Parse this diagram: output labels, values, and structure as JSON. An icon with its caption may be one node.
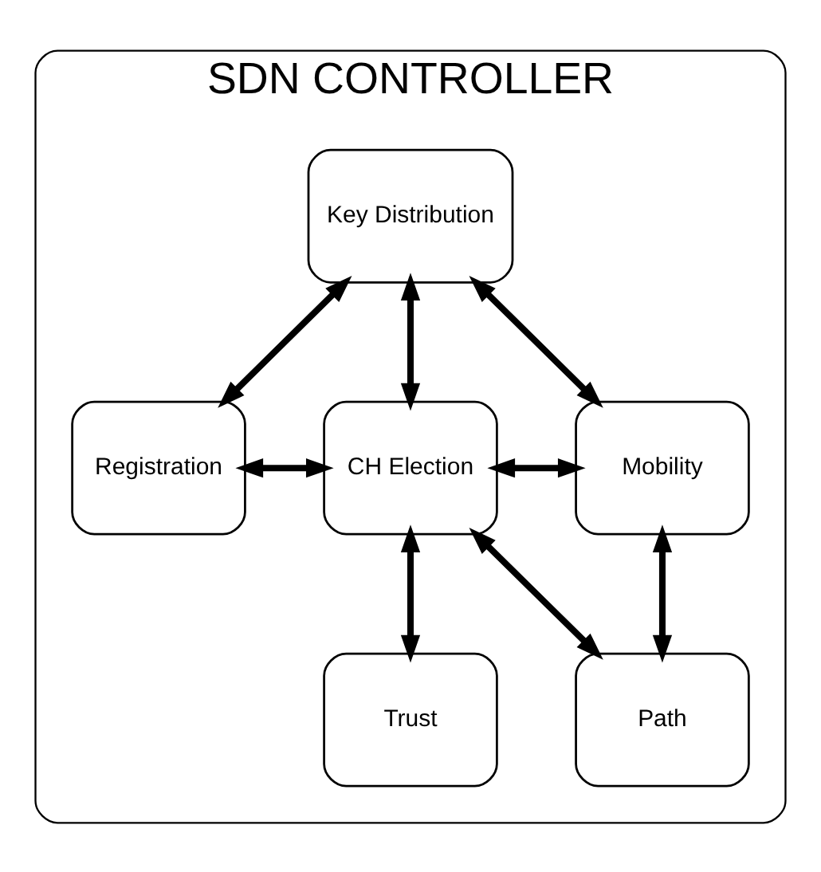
{
  "diagram": {
    "nodes": [
      {
        "text": [
          "SDN CONTROLLER"
        ]
      },
      {
        "text": [
          "Key Distribution"
        ],
        "in": 0
      },
      {
        "text": [
          "Registration"
        ],
        "in": 0
      },
      {
        "text": [
          "CH Election"
        ],
        "in": 0
      },
      {
        "text": [
          "Mobility"
        ],
        "in": 0
      },
      {
        "text": [
          "Trust"
        ],
        "in": 0
      },
      {
        "text": [
          "Path"
        ],
        "in": 0
      }
    ],
    "edges": [
      {
        "from": 2,
        "to": 1,
        "arrow": "both"
      },
      {
        "from": 1,
        "to": 3,
        "arrow": "both"
      },
      {
        "from": 1,
        "to": 4,
        "arrow": "both"
      },
      {
        "from": 2,
        "to": 3,
        "arrow": "both"
      },
      {
        "from": 3,
        "to": 4,
        "arrow": "both"
      },
      {
        "from": 3,
        "to": 5,
        "arrow": "both"
      },
      {
        "from": 3,
        "to": 6,
        "arrow": "both"
      },
      {
        "from": 4,
        "to": 6,
        "arrow": "both"
      }
    ]
  }
}
